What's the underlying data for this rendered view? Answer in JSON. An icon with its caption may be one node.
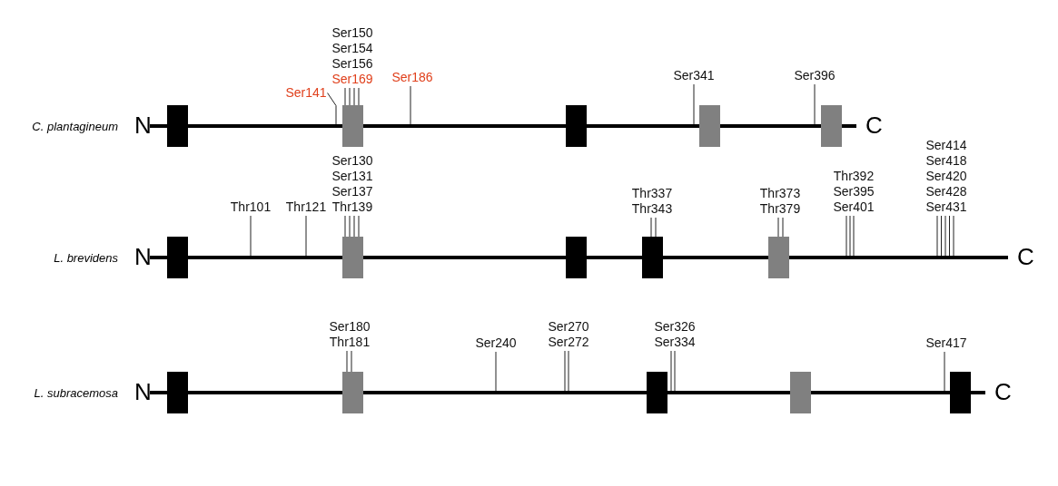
{
  "diagram": {
    "nodes": [
      {
        "text": [],
        "shape": "bar"
      },
      {
        "text": [],
        "shape": "box"
      },
      {
        "text": [],
        "shape": "box"
      },
      {
        "text": [],
        "shape": "box"
      },
      {
        "text": [],
        "shape": "box"
      },
      {
        "text": [],
        "shape": "box"
      },
      {
        "text": [
          "Ser141"
        ]
      },
      {
        "text": [
          "Ser150",
          "Ser154",
          "Ser156",
          "Ser169"
        ]
      },
      {
        "text": [
          "Ser186"
        ]
      },
      {
        "text": [
          "Ser341"
        ]
      },
      {
        "text": [
          "Ser396"
        ]
      },
      {
        "text": [],
        "shape": "bar"
      },
      {
        "text": [],
        "shape": "box"
      },
      {
        "text": [],
        "shape": "box"
      },
      {
        "text": [],
        "shape": "box"
      },
      {
        "text": [],
        "shape": "box"
      },
      {
        "text": [],
        "shape": "box"
      },
      {
        "text": [
          "Thr101"
        ]
      },
      {
        "text": [
          "Thr121"
        ]
      },
      {
        "text": [
          "Ser130",
          "Ser131",
          "Ser137",
          "Thr139"
        ]
      },
      {
        "text": [
          "Thr337",
          "Thr343"
        ]
      },
      {
        "text": [
          "Thr373",
          "Thr379"
        ]
      },
      {
        "text": [
          "Thr392",
          "Ser395",
          "Ser401"
        ]
      },
      {
        "text": [
          "Ser414",
          "Ser418",
          "Ser420",
          "Ser428",
          "Ser431"
        ]
      },
      {
        "text": [],
        "shape": "bar"
      },
      {
        "text": [],
        "shape": "box"
      },
      {
        "text": [],
        "shape": "box"
      },
      {
        "text": [],
        "shape": "box"
      },
      {
        "text": [],
        "shape": "box"
      },
      {
        "text": [],
        "shape": "box"
      },
      {
        "text": [
          "Ser180",
          "Thr181"
        ]
      },
      {
        "text": [
          "Ser240"
        ]
      },
      {
        "text": [
          "Ser270",
          "Ser272"
        ]
      },
      {
        "text": [
          "Ser326",
          "Ser334"
        ]
      },
      {
        "text": [
          "Ser417"
        ]
      }
    ],
    "edges": [
      {
        "from": 6,
        "to": 0,
        "arrow": "none"
      },
      {
        "from": 7,
        "to": 2,
        "arrow": "none"
      },
      {
        "from": 7,
        "to": 2,
        "arrow": "none"
      },
      {
        "from": 7,
        "to": 2,
        "arrow": "none"
      },
      {
        "from": 7,
        "to": 2,
        "arrow": "none"
      },
      {
        "from": 8,
        "to": 0,
        "arrow": "none"
      },
      {
        "from": 9,
        "to": 0,
        "arrow": "none"
      },
      {
        "from": 10,
        "to": 0,
        "arrow": "none"
      },
      {
        "from": 17,
        "to": 11,
        "arrow": "none"
      },
      {
        "from": 18,
        "to": 11,
        "arrow": "none"
      },
      {
        "from": 19,
        "to": 13,
        "arrow": "none"
      },
      {
        "from": 19,
        "to": 13,
        "arrow": "none"
      },
      {
        "from": 19,
        "to": 13,
        "arrow": "none"
      },
      {
        "from": 19,
        "to": 13,
        "arrow": "none"
      },
      {
        "from": 20,
        "to": 15,
        "arrow": "none"
      },
      {
        "from": 20,
        "to": 15,
        "arrow": "none"
      },
      {
        "from": 21,
        "to": 16,
        "arrow": "none"
      },
      {
        "from": 21,
        "to": 16,
        "arrow": "none"
      },
      {
        "from": 22,
        "to": 11,
        "arrow": "none"
      },
      {
        "from": 22,
        "to": 11,
        "arrow": "none"
      },
      {
        "from": 22,
        "to": 11,
        "arrow": "none"
      },
      {
        "from": 23,
        "to": 11,
        "arrow": "none"
      },
      {
        "from": 23,
        "to": 11,
        "arrow": "none"
      },
      {
        "from": 23,
        "to": 11,
        "arrow": "none"
      },
      {
        "from": 23,
        "to": 11,
        "arrow": "none"
      },
      {
        "from": 23,
        "to": 11,
        "arrow": "none"
      },
      {
        "from": 30,
        "to": 26,
        "arrow": "none"
      },
      {
        "from": 30,
        "to": 26,
        "arrow": "none"
      },
      {
        "from": 31,
        "to": 24,
        "arrow": "none"
      },
      {
        "from": 32,
        "to": 24,
        "arrow": "none"
      },
      {
        "from": 32,
        "to": 24,
        "arrow": "none"
      },
      {
        "from": 33,
        "to": 24,
        "arrow": "none"
      },
      {
        "from": 33,
        "to": 24,
        "arrow": "none"
      },
      {
        "from": 34,
        "to": 24,
        "arrow": "none"
      }
    ],
    "labels": [
      "C. plantagineum",
      "N",
      "C",
      "L. brevidens",
      "N",
      "C",
      "L. subracemosa",
      "N",
      "C"
    ]
  }
}
